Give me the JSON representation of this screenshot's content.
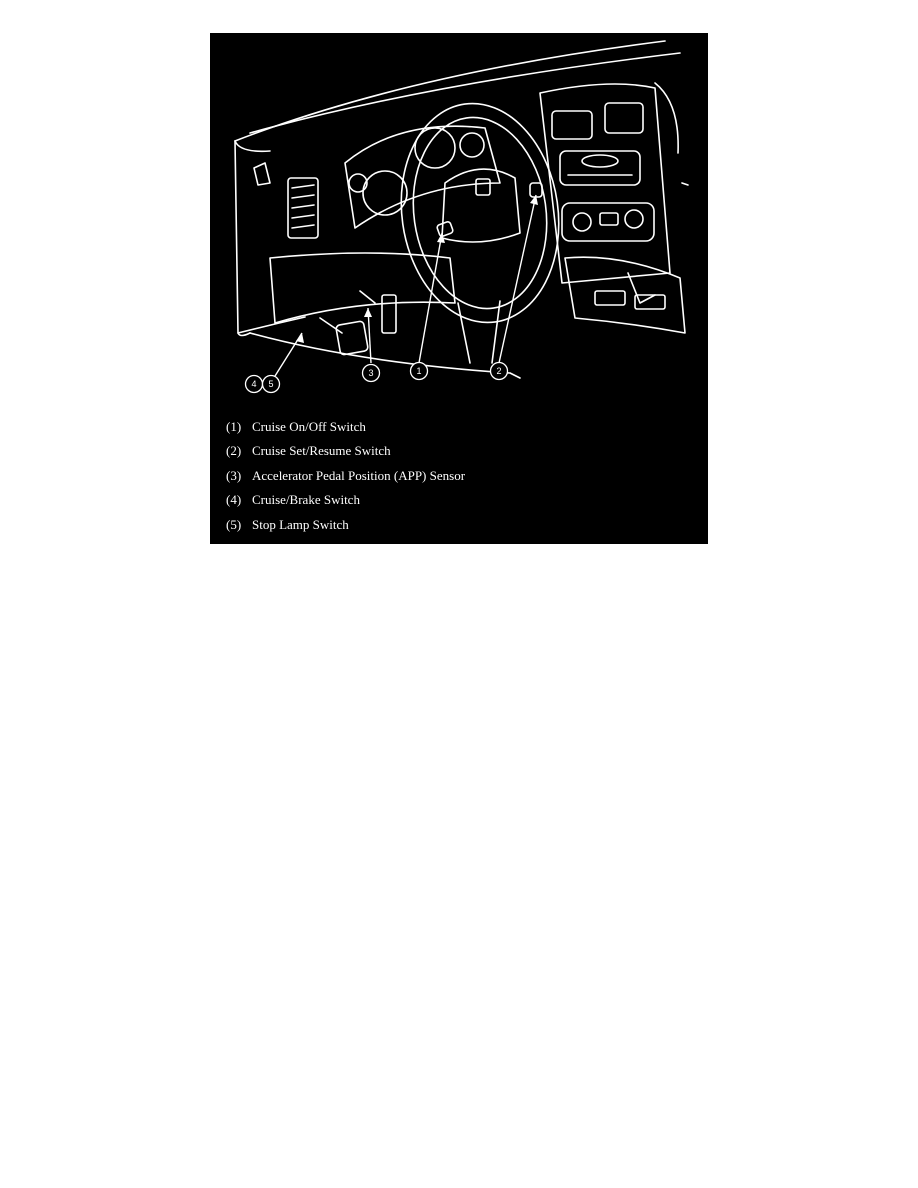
{
  "figure": {
    "background": "#000000",
    "line_color": "#ffffff",
    "callouts": [
      {
        "number": "1",
        "label": "Cruise On/Off Switch"
      },
      {
        "number": "2",
        "label": "Cruise Set/Resume Switch"
      },
      {
        "number": "3",
        "label": "Accelerator Pedal Position (APP) Sensor"
      },
      {
        "number": "4",
        "label": "Cruise/Brake Switch"
      },
      {
        "number": "5",
        "label": "Stop Lamp Switch"
      }
    ],
    "legend": [
      {
        "num": "(1)",
        "text": "Cruise On/Off Switch"
      },
      {
        "num": "(2)",
        "text": "Cruise Set/Resume Switch"
      },
      {
        "num": "(3)",
        "text": "Accelerator Pedal Position (APP) Sensor"
      },
      {
        "num": "(4)",
        "text": "Cruise/Brake Switch"
      },
      {
        "num": "(5)",
        "text": "Stop Lamp Switch"
      }
    ]
  }
}
